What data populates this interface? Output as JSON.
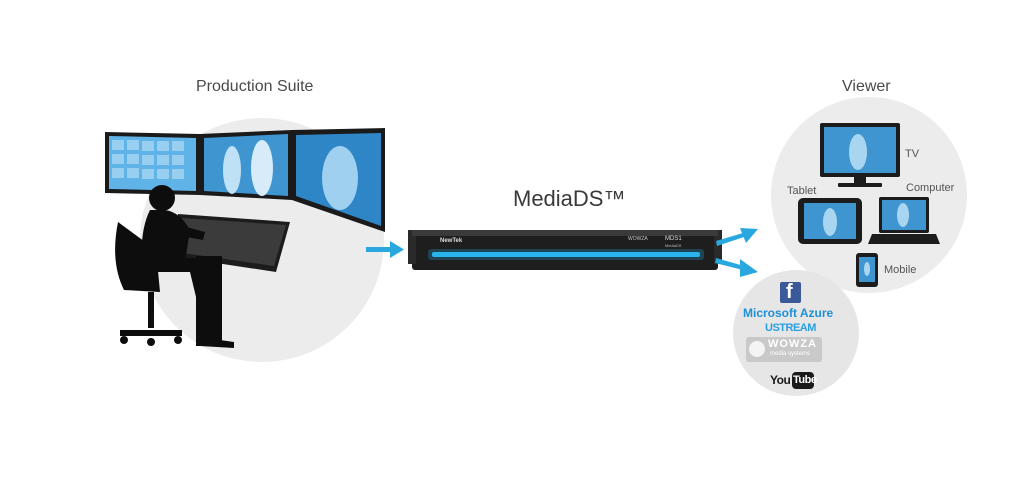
{
  "production": {
    "title": "Production Suite"
  },
  "mediads": {
    "title": "MediaDS™",
    "device": {
      "brand": "NewTek",
      "model": "MDS1",
      "sub": "MediaDS",
      "logo_text": "WOWZA"
    }
  },
  "viewer": {
    "title": "Viewer",
    "devices": {
      "tv": "TV",
      "tablet": "Tablet",
      "computer": "Computer",
      "mobile": "Mobile"
    }
  },
  "services": {
    "facebook": "f",
    "azure": "Microsoft Azure",
    "ustream": "USTREAM",
    "wowza": "WOWZA",
    "wowza_sub": "media systems",
    "youtube_you": "You",
    "youtube_tube": "Tube"
  },
  "colors": {
    "accent": "#29a8e0",
    "circle": "#ececec",
    "device": "#222222",
    "screen": "#4aa3d8"
  }
}
